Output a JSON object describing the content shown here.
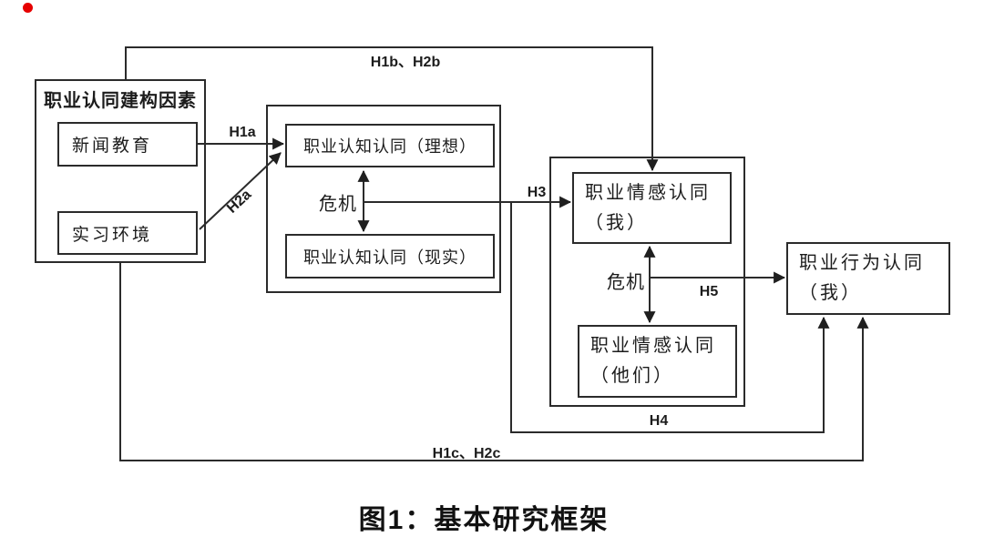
{
  "figure": {
    "caption": "图1：基本研究框架",
    "colors": {
      "line": "#2b2b2b",
      "text": "#1c1c1c",
      "red_dot": "#e60000",
      "background": "#ffffff"
    }
  },
  "boxes": {
    "construct_group": {
      "title": "职业认同建构因素"
    },
    "news_education": {
      "label": "新闻教育"
    },
    "internship_env": {
      "label": "实习环境"
    },
    "cognitive_ideal": {
      "label": "职业认知认同（理想）"
    },
    "cognitive_reality": {
      "label": "职业认知认同（现实）"
    },
    "emotional_me": {
      "line1": "职业情感认同",
      "line2": "（我）"
    },
    "emotional_them": {
      "line1": "职业情感认同",
      "line2": "（他们）"
    },
    "behavioral_me": {
      "line1": "职业行为认同",
      "line2": "（我）"
    }
  },
  "labels": {
    "h1a": "H1a",
    "h2a": "H2a",
    "h1b_h2b": "H1b、H2b",
    "h3": "H3",
    "h4": "H4",
    "h5": "H5",
    "h1c_h2c": "H1c、H2c",
    "crisis_cognitive": "危机",
    "crisis_emotional": "危机"
  }
}
